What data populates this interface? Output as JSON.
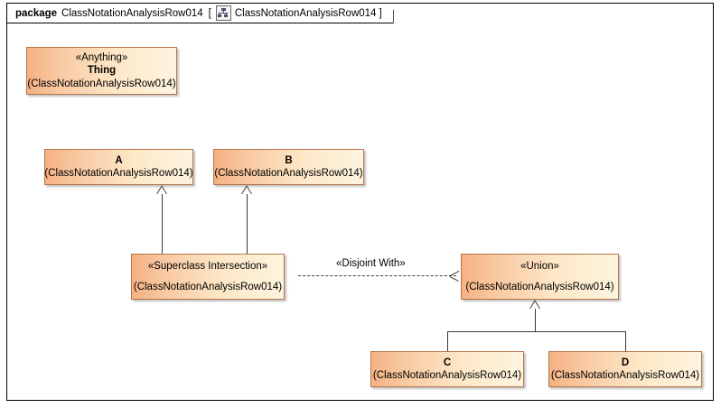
{
  "package": {
    "keyword": "package",
    "name": "ClassNotationAnalysisRow014",
    "bracket_open": "[",
    "diagram_icon": "class-diagram-icon",
    "diagram_name": "ClassNotationAnalysisRow014",
    "bracket_close": "]"
  },
  "colors": {
    "fill_left": "#f5b183",
    "fill_right": "#fdf4de",
    "border": "#b5764a",
    "line": "#3a3a3a",
    "frame": "#000000",
    "background": "#ffffff"
  },
  "classes": [
    {
      "id": "thing",
      "stereotype": "«Anything»",
      "name": "Thing",
      "qualifier": "(ClassNotationAnalysisRow014)"
    },
    {
      "id": "a",
      "stereotype": "",
      "name": "A",
      "qualifier": "(ClassNotationAnalysisRow014)"
    },
    {
      "id": "b",
      "stereotype": "",
      "name": "B",
      "qualifier": "(ClassNotationAnalysisRow014)"
    },
    {
      "id": "superclass-intersection",
      "stereotype": "«Superclass Intersection»",
      "name": "",
      "qualifier": "(ClassNotationAnalysisRow014)"
    },
    {
      "id": "union",
      "stereotype": "«Union»",
      "name": "",
      "qualifier": "(ClassNotationAnalysisRow014)"
    },
    {
      "id": "c",
      "stereotype": "",
      "name": "C",
      "qualifier": "(ClassNotationAnalysisRow014)"
    },
    {
      "id": "d",
      "stereotype": "",
      "name": "D",
      "qualifier": "(ClassNotationAnalysisRow014)"
    }
  ],
  "relationships": [
    {
      "id": "gen-intersection-to-a",
      "type": "generalization",
      "source": "superclass-intersection",
      "target": "a",
      "label": ""
    },
    {
      "id": "gen-intersection-to-b",
      "type": "generalization",
      "source": "superclass-intersection",
      "target": "b",
      "label": ""
    },
    {
      "id": "dep-intersection-to-union",
      "type": "dependency",
      "source": "superclass-intersection",
      "target": "union",
      "label": "«Disjoint With»"
    },
    {
      "id": "gen-c-to-union",
      "type": "generalization",
      "source": "c",
      "target": "union",
      "label": ""
    },
    {
      "id": "gen-d-to-union",
      "type": "generalization",
      "source": "d",
      "target": "union",
      "label": ""
    }
  ]
}
